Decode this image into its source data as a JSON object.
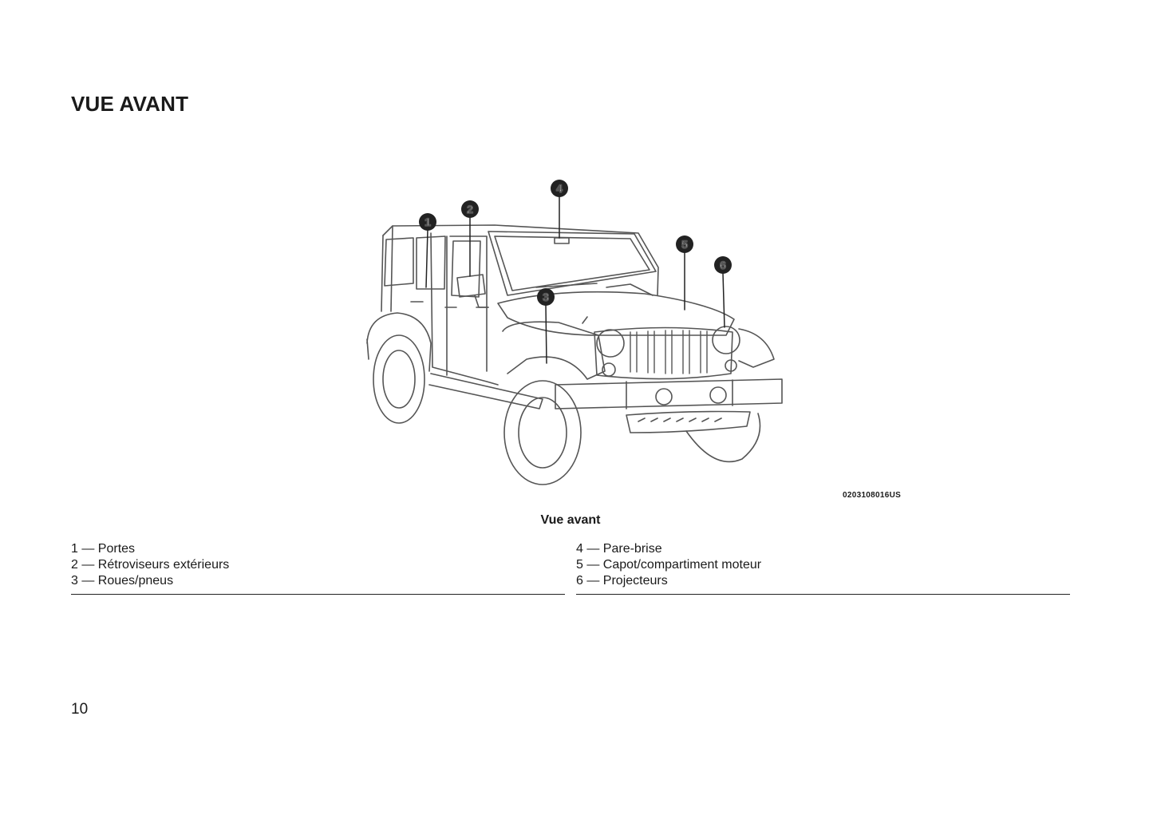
{
  "title": "VUE AVANT",
  "figure": {
    "code": "0203108016US",
    "caption": "Vue avant",
    "callouts": [
      "1",
      "2",
      "3",
      "4",
      "5",
      "6"
    ]
  },
  "legend": {
    "left": [
      "1 — Portes",
      "2 — Rétroviseurs extérieurs",
      "3 — Roues/pneus"
    ],
    "right": [
      "4 — Pare-brise",
      "5 — Capot/compartiment moteur",
      "6 — Projecteurs"
    ]
  },
  "page_number": "10"
}
